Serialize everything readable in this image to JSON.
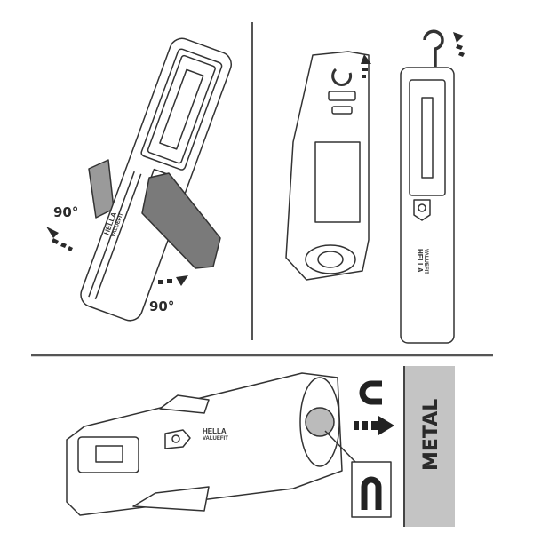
{
  "panels": {
    "stand": {
      "angle_top": "90°",
      "angle_bottom": "90°",
      "brand_line1": "HELLA",
      "brand_line2": "VALUEFIT"
    },
    "hook": {
      "brand_line1": "HELLA",
      "brand_line2": "VALUEFIT"
    },
    "magnet": {
      "brand_line1": "HELLA",
      "brand_line2": "VALUEFIT",
      "surface_label": "METAL"
    }
  },
  "colors": {
    "line": "#333333",
    "divider": "#555555",
    "stand_fill": "#7a7a7a",
    "metal_fill": "#c4c4c4"
  },
  "icons": [
    "power-button-icon",
    "magnet-icon",
    "hook-icon",
    "arrow-icon"
  ]
}
